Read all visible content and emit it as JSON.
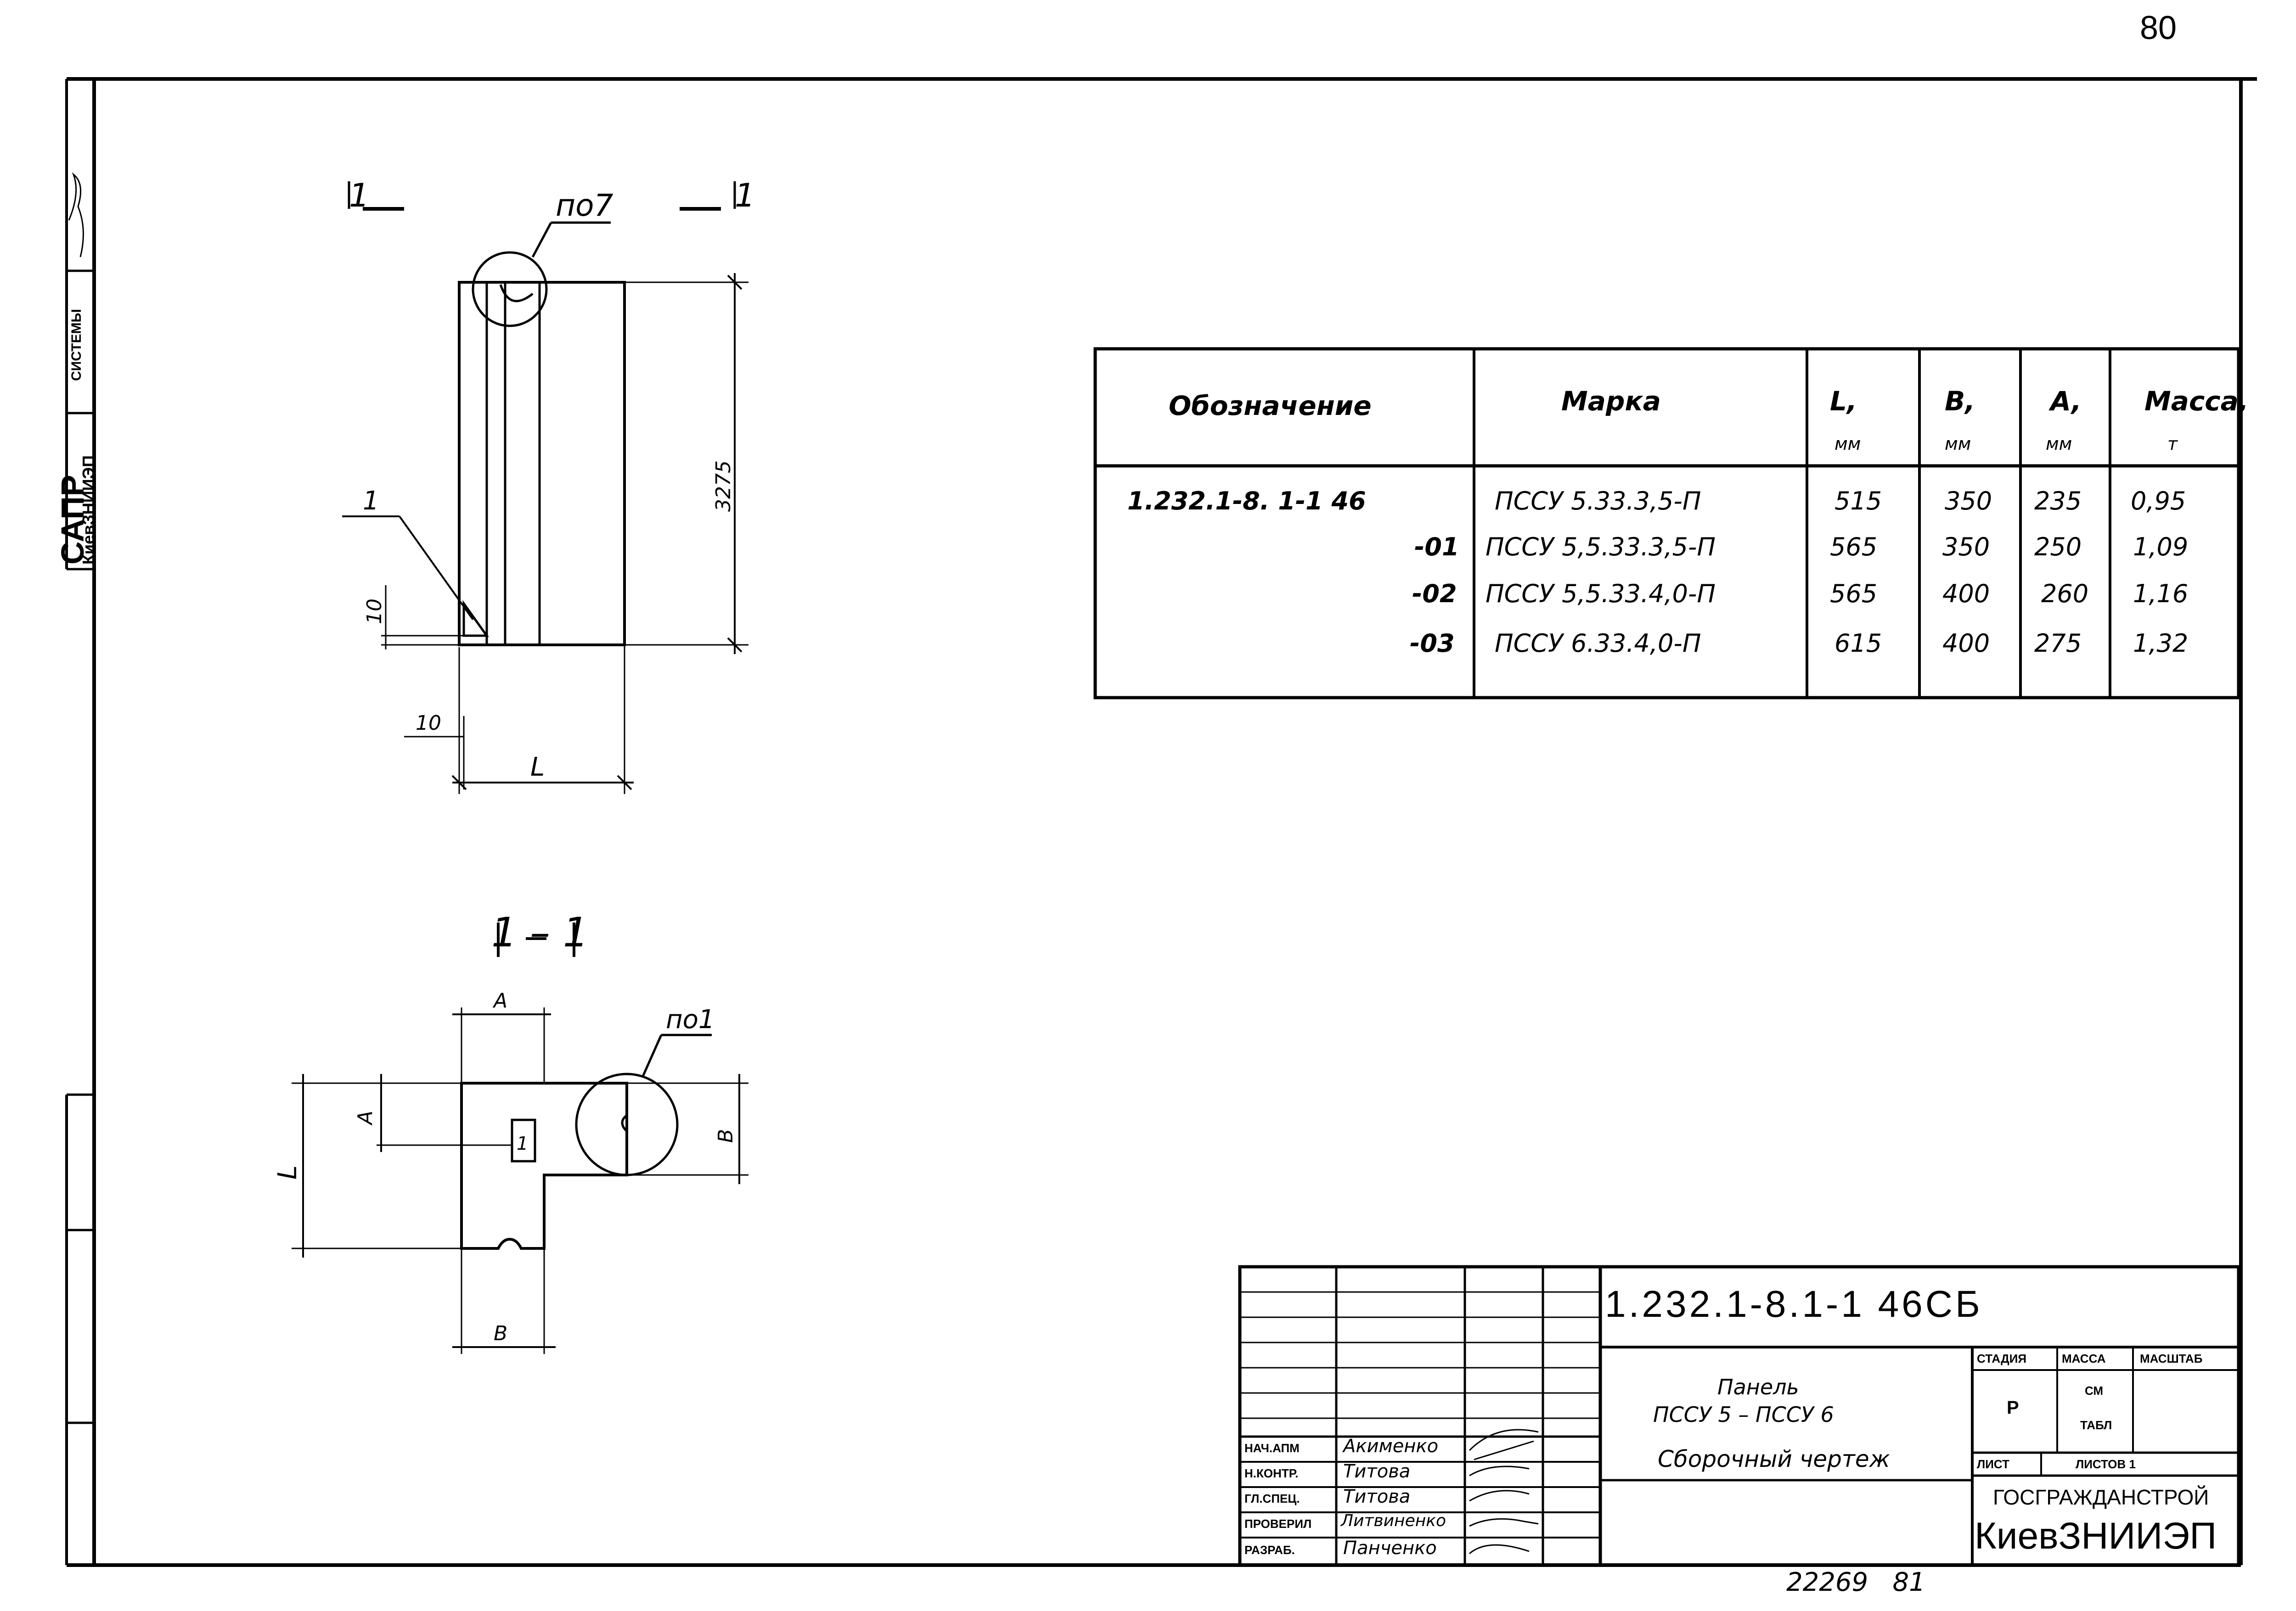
{
  "page_number": "80",
  "side_stamp": {
    "systems_label": "СИСТЕМЫ",
    "org_label": "КиевЗНИИЭП",
    "big_letters": "САПР"
  },
  "drawing": {
    "view_mark_left": "1",
    "view_mark_right": "1",
    "callout_top": "по7",
    "leader_label": "1",
    "height_dim": "3275",
    "offset_dim_v": "10",
    "offset_dim_h": "10",
    "width_dim": "L",
    "section_title": "1 – 1",
    "callout_section": "по1",
    "section_dim_a_top": "A",
    "section_dim_a_left": "A",
    "section_dim_l": "L",
    "section_dim_b_right": "B",
    "section_dim_b_bottom": "B",
    "section_embed": "1"
  },
  "spec_table": {
    "headers": [
      {
        "main": "Обозначение",
        "unit": ""
      },
      {
        "main": "Марка",
        "unit": ""
      },
      {
        "main": "L,",
        "unit": "мм"
      },
      {
        "main": "B,",
        "unit": "мм"
      },
      {
        "main": "A,",
        "unit": "мм"
      },
      {
        "main": "Масса,",
        "unit": "т"
      }
    ],
    "rows": [
      {
        "designation": "1.232.1-8.  1-1 46",
        "mark": "ПССУ 5.33.3,5-П",
        "L": "515",
        "B": "350",
        "A": "235",
        "mass": "0,95"
      },
      {
        "designation": "-01",
        "mark": "ПССУ 5,5.33.3,5-П",
        "L": "565",
        "B": "350",
        "A": "250",
        "mass": "1,09"
      },
      {
        "designation": "-02",
        "mark": "ПССУ 5,5.33.4,0-П",
        "L": "565",
        "B": "400",
        "A": "260",
        "mass": "1,16"
      },
      {
        "designation": "-03",
        "mark": "ПССУ 6.33.4,0-П",
        "L": "615",
        "B": "400",
        "A": "275",
        "mass": "1,32"
      }
    ]
  },
  "title_block": {
    "code": "1.232.1-8.1-1 46СБ",
    "name_line1": "Панель",
    "name_line2": "ПССУ 5 – ПССУ 6",
    "name_line3": "Сборочный чертеж",
    "stage_header": "СТАДИЯ",
    "mass_header": "МАССА",
    "scale_header": "МАСШТАБ",
    "stage_value": "Р",
    "mass_value_1": "СМ",
    "mass_value_2": "ТАБЛ",
    "sheet_label": "ЛИСТ",
    "sheets_label": "ЛИСТОВ 1",
    "org_1": "ГОСГРАЖДАНСТРОЙ",
    "org_2": "КиевЗНИИЭП",
    "people": [
      {
        "role": "НАЧ.АПМ",
        "name": "Акименко"
      },
      {
        "role": "Н.КОНТР.",
        "name": "Титова"
      },
      {
        "role": "ГЛ.СПЕЦ.",
        "name": "Титова"
      },
      {
        "role": "ПРОВЕРИЛ",
        "name": "Литвиненко"
      },
      {
        "role": "РАЗРАБ.",
        "name": "Панченко"
      }
    ]
  },
  "bottom_note": "22269   81"
}
